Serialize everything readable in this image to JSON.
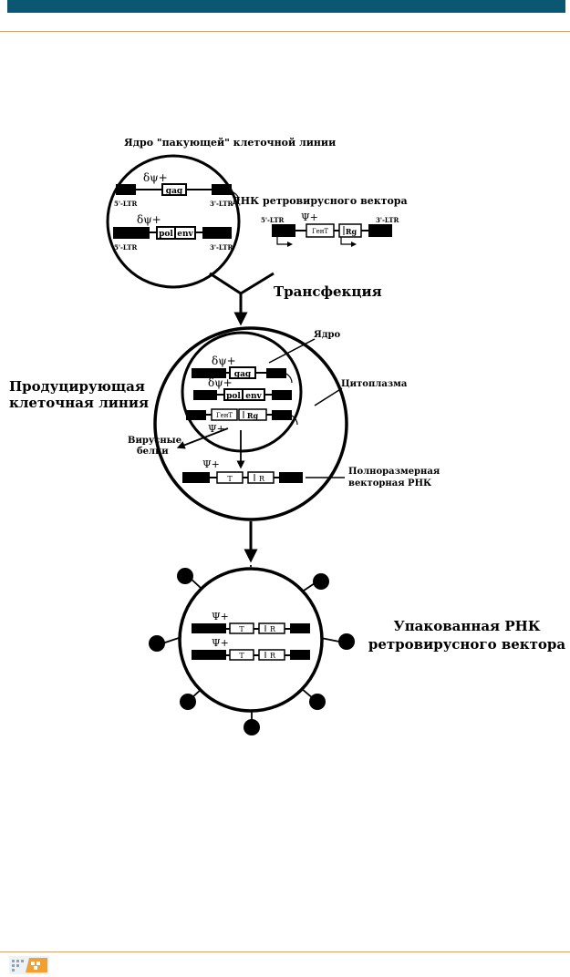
{
  "colors": {
    "header_bar": "#0b5670",
    "rule": "#c9a46e",
    "ink": "#000000",
    "logo_orange": "#f0a030",
    "logo_gray": "#8fa3b3"
  },
  "packaging_nucleus": {
    "title": "Ядро \"пакующей\" клеточной линии",
    "construct1": {
      "psi": "δψ+",
      "left_ltr": "5'-LTR",
      "gene": "gag",
      "right_ltr": "3'-LTR"
    },
    "construct2": {
      "psi": "δψ+",
      "left_ltr": "5'-LTR",
      "gene1": "pol",
      "gene2": "env",
      "right_ltr": "3'-LTR"
    }
  },
  "vector_dna": {
    "title": "ДНК ретровирусного вектора",
    "left_ltr": "5'-LTR",
    "psi": "Ψ+",
    "gene1": "ГенТ",
    "gene2": "Rg",
    "right_ltr": "3'-LTR"
  },
  "transfection_label": "Трансфекция",
  "producer_cell": {
    "label_line1": "Продуцирующая",
    "label_line2": "клеточная линия",
    "nucleus_label": "Ядро",
    "cytoplasm_label": "Цитоплазма",
    "viral_proteins_line1": "Вирусные",
    "viral_proteins_line2": "белки",
    "construct1": {
      "psi": "δψ+",
      "gene": "gag"
    },
    "construct2": {
      "psi": "δψ+",
      "gene1": "pol",
      "gene2": "env"
    },
    "construct3": {
      "psi": "Ψ+",
      "gene1": "ГенТ",
      "gene2": "Rg"
    },
    "full_rna": {
      "psi": "Ψ+",
      "gene1": "T",
      "gene2": "R"
    },
    "full_rna_label_line1": "Полноразмерная",
    "full_rna_label_line2": "векторная РНК"
  },
  "packaged": {
    "label_line1": "Упакованная РНК",
    "label_line2": "ретровирусного вектора",
    "rna1": {
      "psi": "Ψ+",
      "gene1": "T",
      "gene2": "R"
    },
    "rna2": {
      "psi": "Ψ+",
      "gene1": "T",
      "gene2": "R"
    }
  }
}
